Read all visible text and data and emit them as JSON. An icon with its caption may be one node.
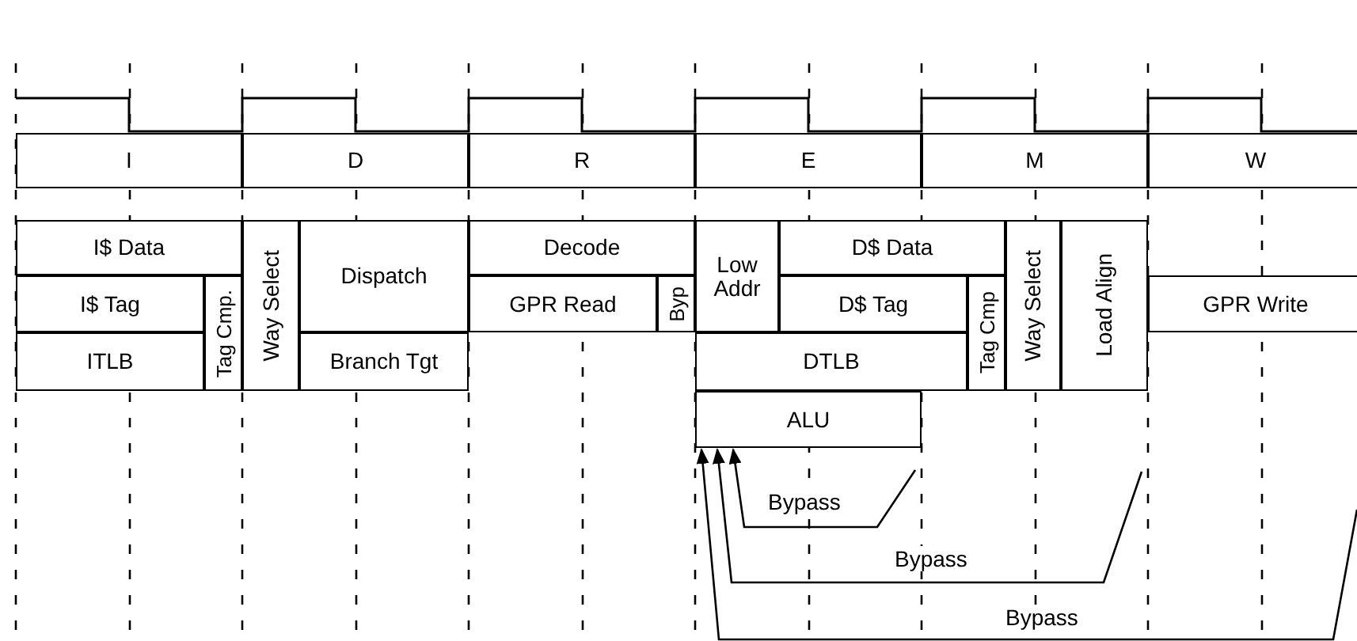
{
  "diagram": {
    "nodes": [
      {
        "text": [
          "I"
        ]
      },
      {
        "text": [
          "D"
        ]
      },
      {
        "text": [
          "R"
        ]
      },
      {
        "text": [
          "E"
        ]
      },
      {
        "text": [
          "M"
        ]
      },
      {
        "text": [
          "W"
        ]
      },
      {
        "text": [
          "I$ Data"
        ]
      },
      {
        "text": [
          "Way Select"
        ]
      },
      {
        "text": [
          "Dispatch"
        ]
      },
      {
        "text": [
          "Decode"
        ]
      },
      {
        "text": [
          "Low Addr"
        ]
      },
      {
        "text": [
          "D$ Data"
        ]
      },
      {
        "text": [
          "Way Select"
        ]
      },
      {
        "text": [
          "Load Align"
        ]
      },
      {
        "text": [
          "I$ Tag"
        ]
      },
      {
        "text": [
          "Tag Cmp."
        ]
      },
      {
        "text": [
          "GPR Read"
        ]
      },
      {
        "text": [
          "Byp"
        ]
      },
      {
        "text": [
          "D$ Tag"
        ]
      },
      {
        "text": [
          "Tag Cmp"
        ]
      },
      {
        "text": [
          "GPR Write"
        ]
      },
      {
        "text": [
          "ITLB"
        ]
      },
      {
        "text": [
          "Branch Tgt"
        ]
      },
      {
        "text": [
          "DTLB"
        ]
      },
      {
        "text": [
          "ALU"
        ]
      }
    ],
    "edges": [
      {
        "from": null,
        "to": 24,
        "arrow": "to",
        "label": "Bypass"
      },
      {
        "from": null,
        "to": 24,
        "arrow": "to",
        "label": "Bypass"
      },
      {
        "from": null,
        "to": 24,
        "arrow": "to",
        "label": "Bypass"
      }
    ]
  }
}
